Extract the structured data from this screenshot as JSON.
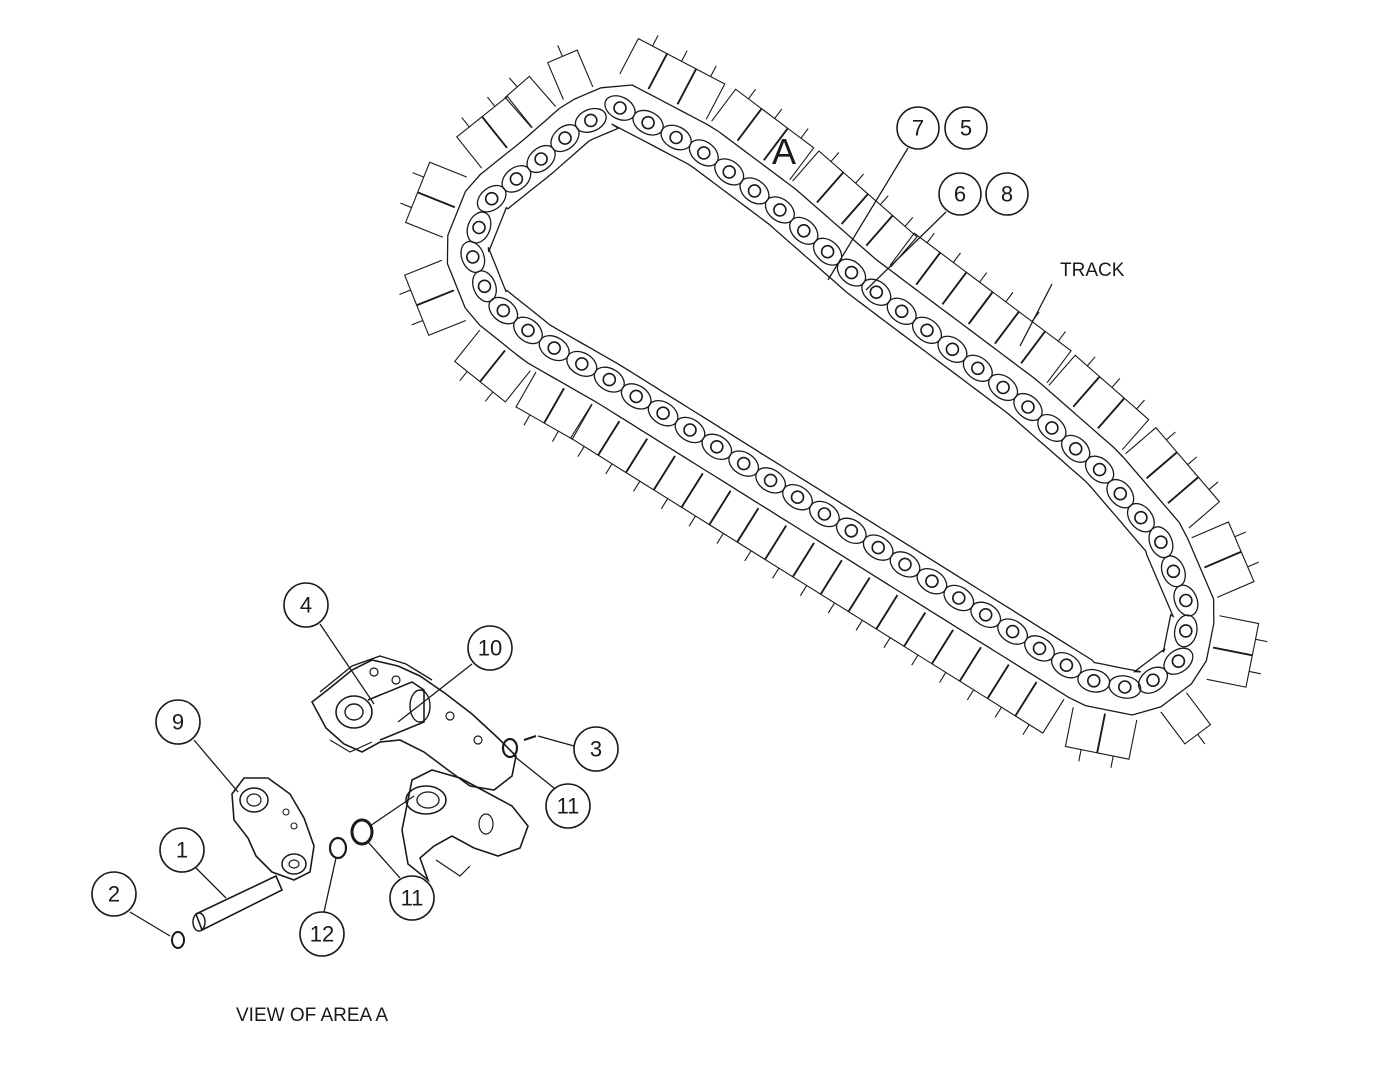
{
  "diagram": {
    "area_letter": "A",
    "track_label": "TRACK",
    "view_label": "VIEW OF AREA A",
    "callouts": {
      "c7": "7",
      "c5": "5",
      "c6": "6",
      "c8": "8",
      "c4": "4",
      "c10": "10",
      "c9": "9",
      "c1": "1",
      "c2": "2",
      "c3": "3",
      "c11a": "11",
      "c11b": "11",
      "c12": "12"
    }
  }
}
